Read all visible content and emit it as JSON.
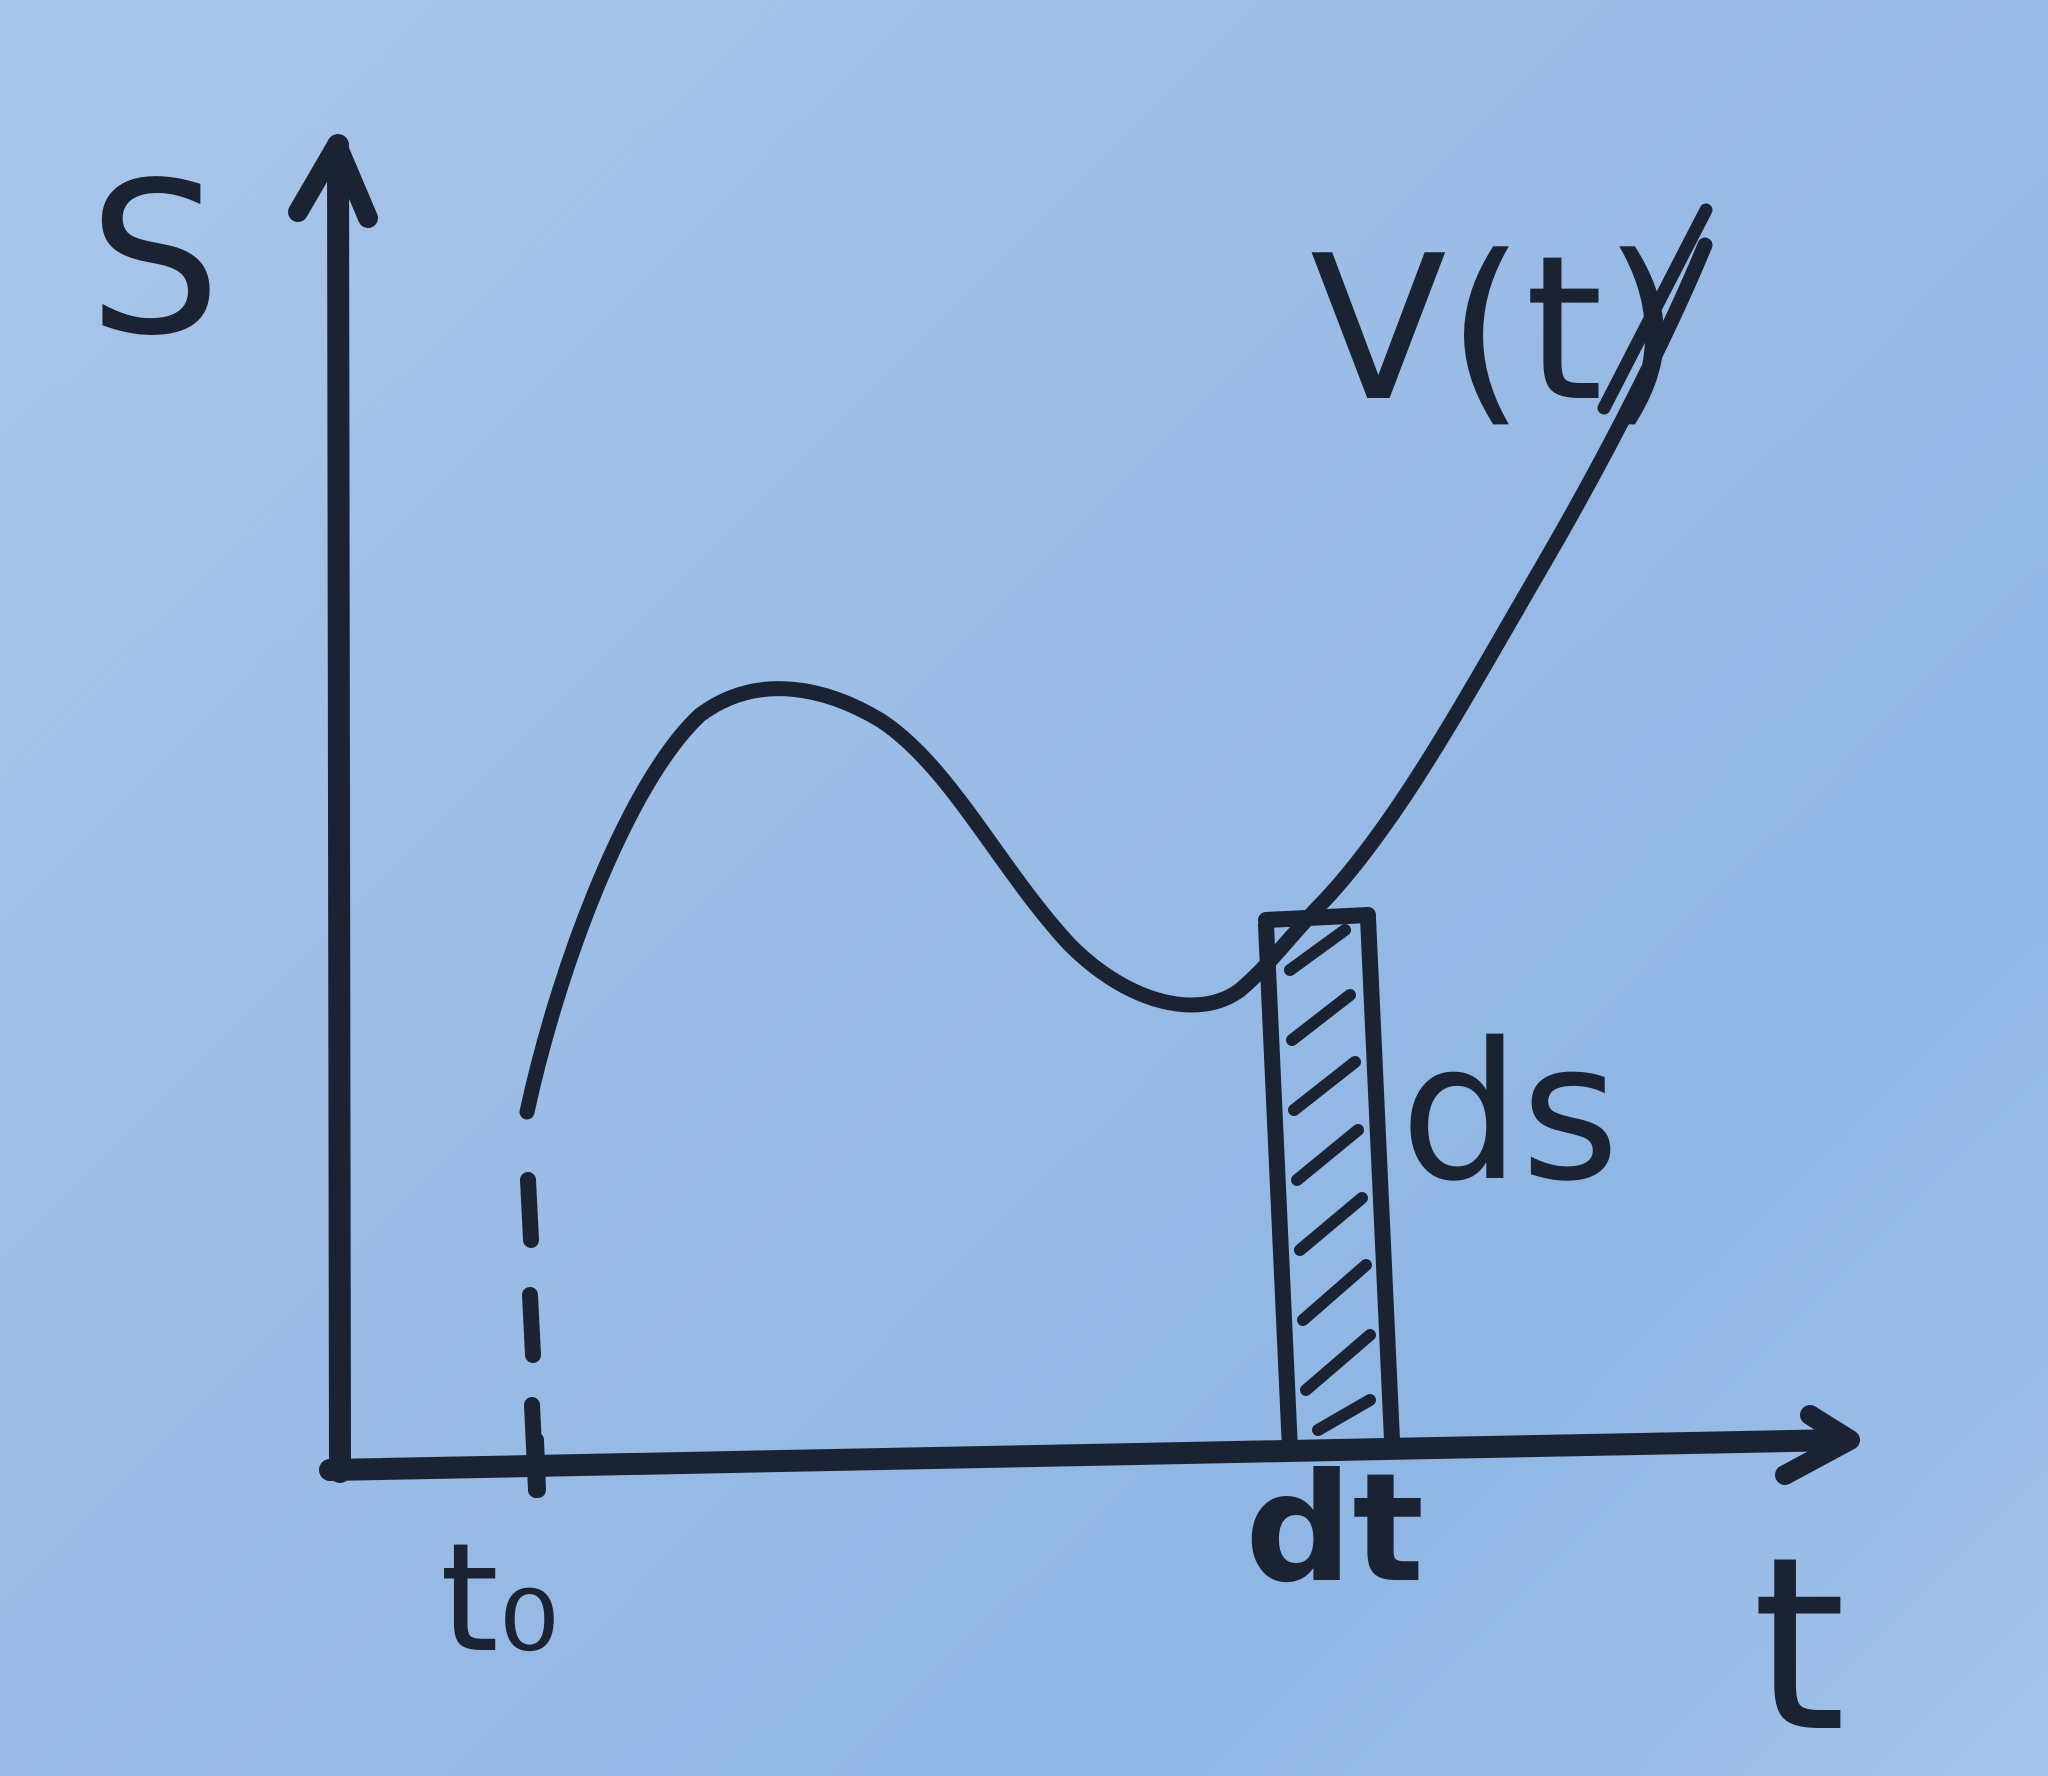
{
  "axes": {
    "y_label": "S",
    "x_label": "t"
  },
  "curve": {
    "label": "V(t)"
  },
  "strip": {
    "height_label": "ds",
    "width_label": "dt"
  },
  "start_marker": {
    "label": "t₀"
  },
  "colors": {
    "paper": "#9fbfe6",
    "ink": "#1b2333"
  }
}
